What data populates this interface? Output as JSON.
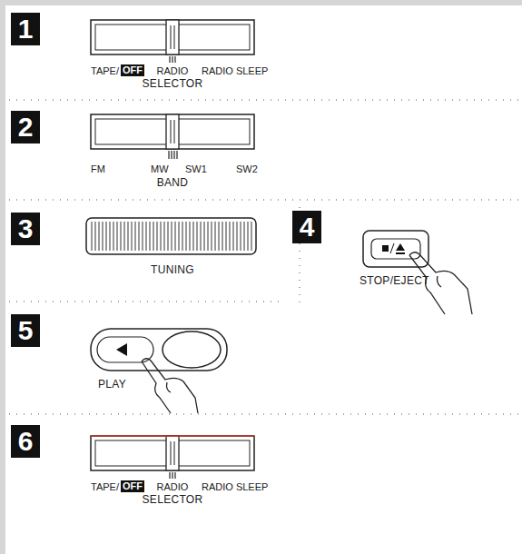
{
  "diagram": {
    "nodes": [
      {
        "text": [
          "1"
        ]
      },
      {
        "text": [
          "2"
        ]
      },
      {
        "text": [
          "3"
        ]
      },
      {
        "text": [
          "4"
        ]
      },
      {
        "text": [
          "5"
        ]
      },
      {
        "text": [
          "6"
        ]
      }
    ],
    "labels": [
      "TAPE/",
      "OFF",
      "RADIO",
      "RADIO SLEEP",
      "SELECTOR",
      "FM",
      "MW",
      "SW1",
      "SW2",
      "BAND",
      "TUNING",
      "STOP/EJECT",
      "PLAY",
      "TAPE/",
      "OFF",
      "RADIO",
      "RADIO SLEEP",
      "SELECTOR"
    ]
  }
}
